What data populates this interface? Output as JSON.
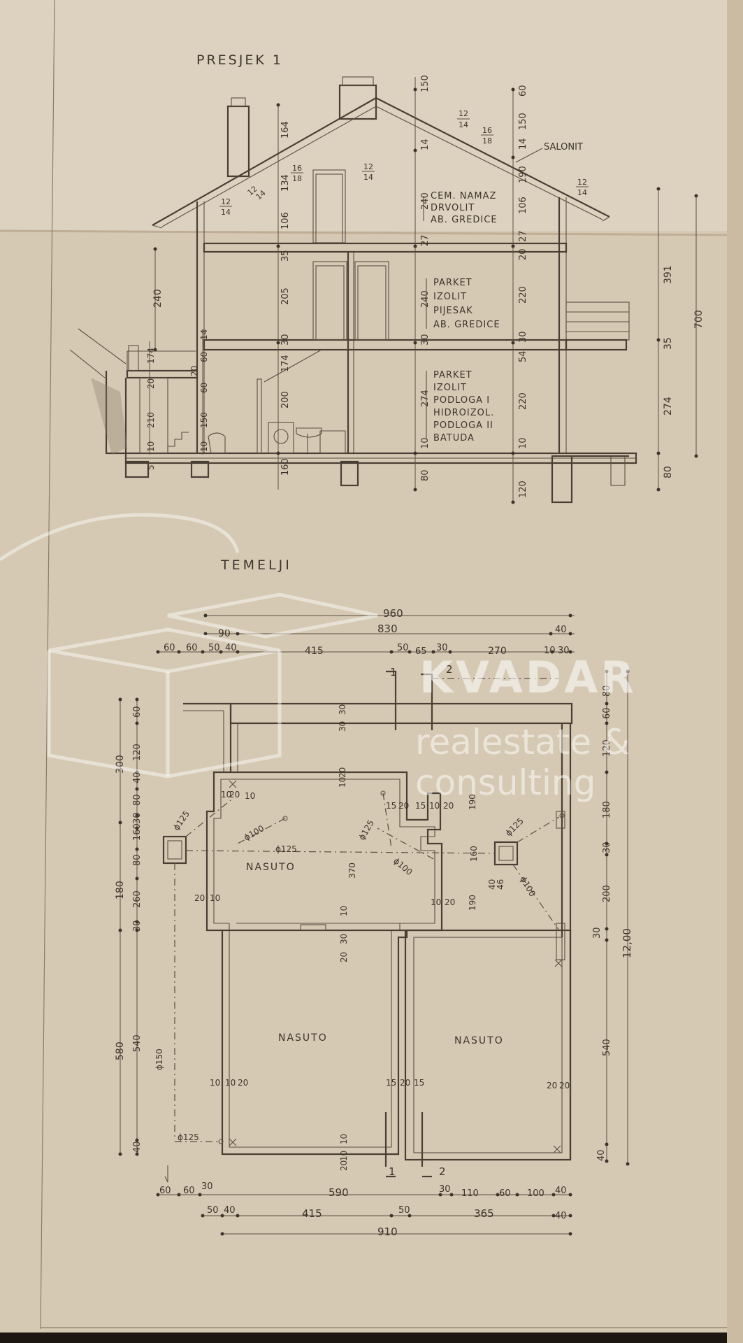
{
  "section": {
    "title": "PRESJEK 1",
    "labels": {
      "salonit": "SALONIT",
      "attic_1": "CEM. NAMAZ",
      "attic_2": "DRVOLIT",
      "attic_3": "AB. GREDICE",
      "floor1_1": "PARKET",
      "floor1_2": "IZOLIT",
      "floor1_3": "PIJESAK",
      "floor1_4": "AB. GREDICE",
      "ground_1": "PARKET",
      "ground_2": "IZOLIT",
      "ground_3": "PODLOGA I",
      "ground_4": "HIDROIZOL.",
      "ground_5": "PODLOGA II",
      "ground_6": "BATUDA"
    },
    "dims": {
      "d60": "60",
      "d150": "150",
      "d14a": "14",
      "d190": "190",
      "d106a": "106",
      "d27a": "27",
      "d20a": "20",
      "d220a": "220",
      "d30a": "30",
      "d54": "54",
      "d220b": "220",
      "d10a": "10",
      "d120": "120",
      "c150": "150",
      "c14": "14",
      "c240a": "240",
      "c27": "27",
      "c240b": "240",
      "c30": "30",
      "c274": "274",
      "c10": "10",
      "c80": "80",
      "l164": "164",
      "l134": "134",
      "l106": "106",
      "l35": "35",
      "l205": "205",
      "l30": "30",
      "l174": "174",
      "l200": "200",
      "l160": "160",
      "h240": "240",
      "s14": "14",
      "s60": "60",
      "s20": "20",
      "s60b": "60",
      "s150": "150",
      "s10": "10",
      "st174": "174",
      "st20": "20",
      "st210": "210",
      "st10": "10",
      "st5": "5",
      "r391": "391",
      "r35": "35",
      "r274": "274",
      "r700": "700",
      "r80": "80",
      "b12a": "12",
      "b14a": "14",
      "b16": "16",
      "b18": "18",
      "b12b": "12",
      "b14b": "14",
      "b12c": "12",
      "b14c": "14",
      "b16b": "16",
      "b18b": "18",
      "b12d": "12",
      "b14d": "14",
      "b12e": "12",
      "b14e": "14"
    }
  },
  "foundation": {
    "title": "TEMELJI",
    "rooms": [
      "NASUTO",
      "NASUTO",
      "NASUTO"
    ],
    "cut_marks": [
      "1",
      "2",
      "1",
      "2"
    ],
    "dims_top": {
      "total": "960",
      "inner": "830",
      "d90": "90",
      "d40": "40",
      "row3": [
        "60",
        "60",
        "50",
        "40",
        "415",
        "50",
        "65",
        "30",
        "270",
        "10",
        "30"
      ]
    },
    "dims_bottom": {
      "row1": [
        "60",
        "60",
        "30",
        "590",
        "30",
        "110",
        "60",
        "100",
        "40"
      ],
      "row2": [
        "50",
        "40",
        "415",
        "50",
        "365",
        "40"
      ],
      "total": "910"
    },
    "dims_left": {
      "outer": [
        "300",
        "180",
        "580"
      ],
      "inner": [
        "60",
        "120",
        "40",
        "80",
        "30",
        "160",
        "80",
        "260",
        "30",
        "540",
        "40"
      ]
    },
    "dims_right": {
      "outer": [
        "12,00"
      ],
      "inner": [
        "80",
        "60",
        "120",
        "180",
        "30",
        "200",
        "30",
        "540",
        "40"
      ]
    },
    "dims_interior": {
      "d370": "370",
      "d190a": "190",
      "d190b": "190",
      "d160": "160",
      "d40": "40",
      "d46": "46",
      "w1": "10",
      "w2": "20",
      "w3": "10",
      "w4": "20",
      "w5": "10",
      "w6": "15",
      "w7": "20",
      "w8": "15",
      "w9": "10",
      "w10": "20",
      "w11": "20",
      "w12": "10",
      "w13": "10",
      "w14": "20",
      "w15": "10",
      "w16": "30",
      "w17": "20",
      "w18": "10",
      "w19": "10",
      "w20": "20",
      "w21": "10",
      "w22": "15",
      "w23": "20",
      "w24": "15",
      "w25": "20",
      "w26": "20",
      "w27": "30",
      "w28": "30",
      "w29": "10",
      "w30": "20"
    },
    "pipes": [
      "ϕ125",
      "ϕ100",
      "ϕ125",
      "ϕ125",
      "ϕ100",
      "ϕ125",
      "ϕ100",
      "ϕ150",
      "ϕ125"
    ]
  },
  "watermark": {
    "line1": "KVADAR",
    "line2": "realestate &",
    "line3": "consulting"
  }
}
